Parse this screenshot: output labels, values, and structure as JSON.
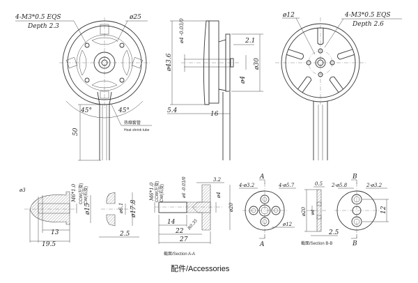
{
  "front_view": {
    "thread_note": "4-M3*0.5 EQS",
    "depth_note": "Depth 2.3",
    "diameter": "ø25",
    "angle_left": "45°",
    "angle_right": "45°",
    "cable_length": "50",
    "heat_shrink_cn": "热缩套管",
    "heat_shrink_en": "Heat shrink tube"
  },
  "side_view": {
    "outer_diameter": "ø43.6",
    "shaft_tolerance": "ø4 -0.03/0",
    "shaft_length": "2.1",
    "base_diameter": "ø30",
    "shaft_diameter": "ø4",
    "offset": "5.4",
    "height": "16"
  },
  "rear_view": {
    "diameter": "ø12",
    "thread_note": "4-M3*0.5 EQS",
    "depth_note": "Depth 2.6"
  },
  "accessories": {
    "title": "配件/Accessories",
    "nut": {
      "tip": "ø3",
      "thread": "M6*1.0",
      "ccw": "CCW(左旋)",
      "cw": "CW(右旋)",
      "diameter": "ø15",
      "inner_len": "13",
      "total_len": "19.5"
    },
    "washer": {
      "inner": "ø6.1",
      "outer": "ø17.8",
      "thickness": "2.5"
    },
    "adapter": {
      "thread": "M6*1.0",
      "ccw": "CCW(左旋)",
      "cw": "CW(右旋)",
      "shaft": "ø6 -0.03/0",
      "flange_thk": "3.2",
      "bore": "ø4",
      "flange_dia": "ø20",
      "len1": "14",
      "radius": "R0.35",
      "len2": "22",
      "len3": "27",
      "section": "截面/Section A-A"
    },
    "disk_a": {
      "mark": "A",
      "holes_small": "4-ø3.2",
      "holes_large": "4-ø5.7",
      "center": "ø12"
    },
    "section_b": {
      "thk": "0.5",
      "dia": "ø20",
      "bore": "ø4",
      "width": "2.5",
      "label": "截面/Section B-B"
    },
    "disk_b": {
      "mark": "B",
      "holes_large": "2-ø5.8",
      "holes_small": "2-ø3.2",
      "spacing": "12"
    }
  }
}
